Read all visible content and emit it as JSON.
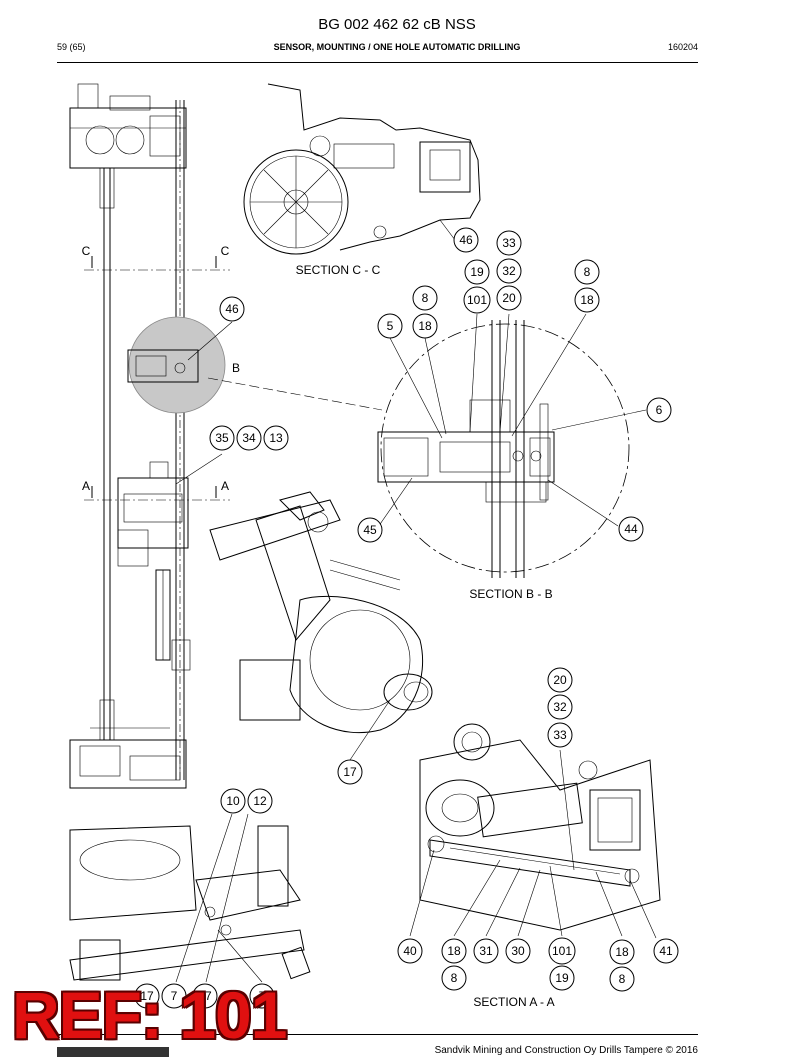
{
  "header": {
    "doc_code": "BG 002 462 62 cB NSS",
    "page": "59 (65)",
    "section_title": "SENSOR, MOUNTING / ONE HOLE AUTOMATIC DRILLING",
    "doc_date": "160204"
  },
  "footer": {
    "copyright": "Sandvik Mining and Construction Oy Drills Tampere © 2016"
  },
  "stamp": {
    "ref_text": "REF: 101"
  },
  "section_labels": {
    "section_c": "SECTION C - C",
    "section_b": "SECTION B - B",
    "section_a": "SECTION A - A",
    "mark_c": "C",
    "mark_a": "A",
    "mark_b": "B"
  },
  "callouts": [
    {
      "id": "46",
      "text": "46"
    },
    {
      "id": "33",
      "text": "33"
    },
    {
      "id": "19",
      "text": "19"
    },
    {
      "id": "32",
      "text": "32"
    },
    {
      "id": "8",
      "text": "8"
    },
    {
      "id": "8",
      "text": "8"
    },
    {
      "id": "101",
      "text": "101"
    },
    {
      "id": "20",
      "text": "20"
    },
    {
      "id": "18",
      "text": "18"
    },
    {
      "id": "46",
      "text": "46"
    },
    {
      "id": "5",
      "text": "5"
    },
    {
      "id": "18",
      "text": "18"
    },
    {
      "id": "6",
      "text": "6"
    },
    {
      "id": "35",
      "text": "35"
    },
    {
      "id": "34",
      "text": "34"
    },
    {
      "id": "13",
      "text": "13"
    },
    {
      "id": "45",
      "text": "45"
    },
    {
      "id": "44",
      "text": "44"
    },
    {
      "id": "20",
      "text": "20"
    },
    {
      "id": "32",
      "text": "32"
    },
    {
      "id": "33",
      "text": "33"
    },
    {
      "id": "17",
      "text": "17"
    },
    {
      "id": "10",
      "text": "10"
    },
    {
      "id": "12",
      "text": "12"
    },
    {
      "id": "40",
      "text": "40"
    },
    {
      "id": "18",
      "text": "18"
    },
    {
      "id": "31",
      "text": "31"
    },
    {
      "id": "30",
      "text": "30"
    },
    {
      "id": "101",
      "text": "101"
    },
    {
      "id": "18",
      "text": "18"
    },
    {
      "id": "41",
      "text": "41"
    },
    {
      "id": "8",
      "text": "8"
    },
    {
      "id": "19",
      "text": "19"
    },
    {
      "id": "8",
      "text": "8"
    },
    {
      "id": "17",
      "text": "17"
    },
    {
      "id": "7",
      "text": "7"
    },
    {
      "id": "17",
      "text": "17"
    },
    {
      "id": "7",
      "text": "7"
    }
  ]
}
